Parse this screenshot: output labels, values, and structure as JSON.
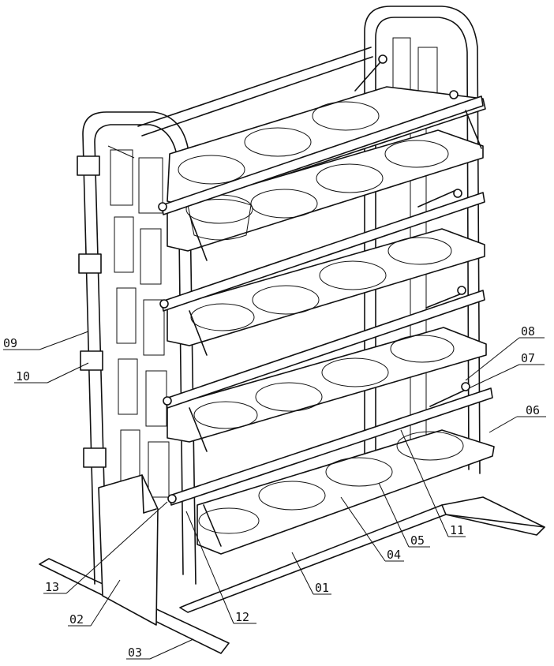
{
  "labels": [
    {
      "id": "01",
      "text": "01"
    },
    {
      "id": "02",
      "text": "02"
    },
    {
      "id": "03",
      "text": "03"
    },
    {
      "id": "04",
      "text": "04"
    },
    {
      "id": "05",
      "text": "05"
    },
    {
      "id": "06",
      "text": "06"
    },
    {
      "id": "07",
      "text": "07"
    },
    {
      "id": "08",
      "text": "08"
    },
    {
      "id": "09",
      "text": "09"
    },
    {
      "id": "10",
      "text": "10"
    },
    {
      "id": "11",
      "text": "11"
    },
    {
      "id": "12",
      "text": "12"
    },
    {
      "id": "13",
      "text": "13"
    }
  ]
}
